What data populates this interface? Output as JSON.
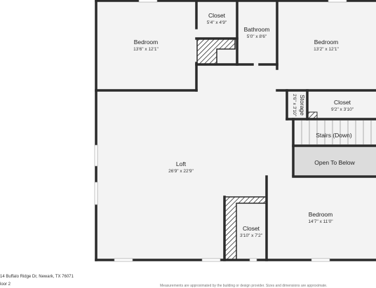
{
  "rooms": {
    "bedroom_nw": {
      "name": "Bedroom",
      "dims": "13'6\" x 12'1\""
    },
    "closet_top": {
      "name": "Closet",
      "dims": "5'4\" x 4'9\""
    },
    "bathroom": {
      "name": "Bathroom",
      "dims": "5'0\" x 8'6\""
    },
    "bedroom_ne": {
      "name": "Bedroom",
      "dims": "13'2\" x 12'1\""
    },
    "storage": {
      "name": "Storage",
      "dims": "2'6\" x 3'10\""
    },
    "closet_e": {
      "name": "Closet",
      "dims": "9'2\" x 3'10\""
    },
    "stairs": {
      "name": "Stairs (Down)"
    },
    "open_below": {
      "name": "Open To Below"
    },
    "loft": {
      "name": "Loft",
      "dims": "26'9\" x 22'9\""
    },
    "bedroom_se": {
      "name": "Bedroom",
      "dims": "14'7\" x 11'0\""
    },
    "closet_s": {
      "name": "Closet",
      "dims": "3'10\" x 7'2\""
    }
  },
  "footer": {
    "address": "14 Buffalo Ridge Dr, Newark, TX 76071",
    "floor": "loor 2",
    "disclaimer": "Measurements are approximated by the building or design provider. Sizes and dimensions are approximate."
  },
  "colors": {
    "wall": "#2b2b2b",
    "floor": "#f3f3f3",
    "open_below": "#dcdcdc",
    "window": "#ffffff"
  }
}
